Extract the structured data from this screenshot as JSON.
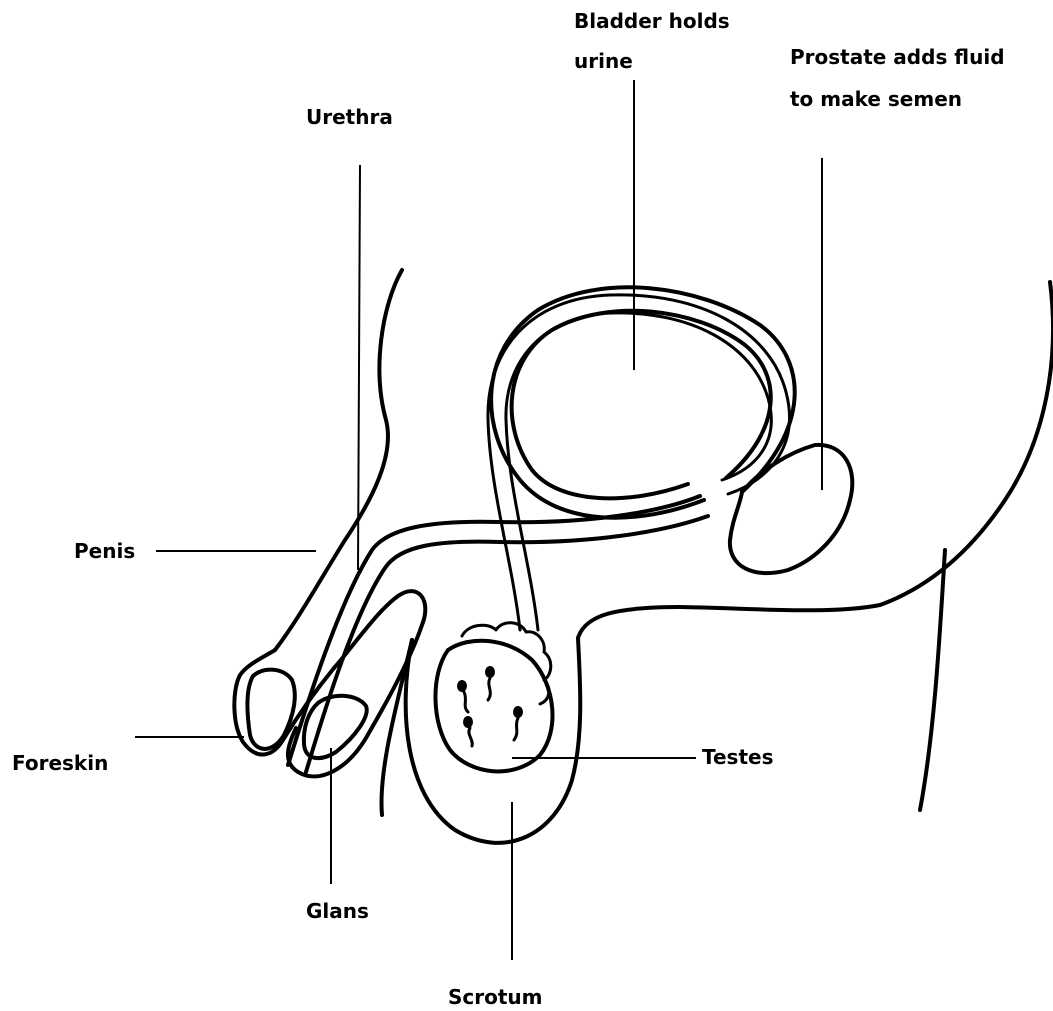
{
  "labels": {
    "bladder_line1": "Bladder holds",
    "bladder_line2": "urine",
    "prostate_line1": "Prostate adds fluid",
    "prostate_line2": "to make semen",
    "urethra": "Urethra",
    "penis": "Penis",
    "foreskin": "Foreskin",
    "glans": "Glans",
    "scrotum": "Scrotum",
    "testes": "Testes"
  }
}
